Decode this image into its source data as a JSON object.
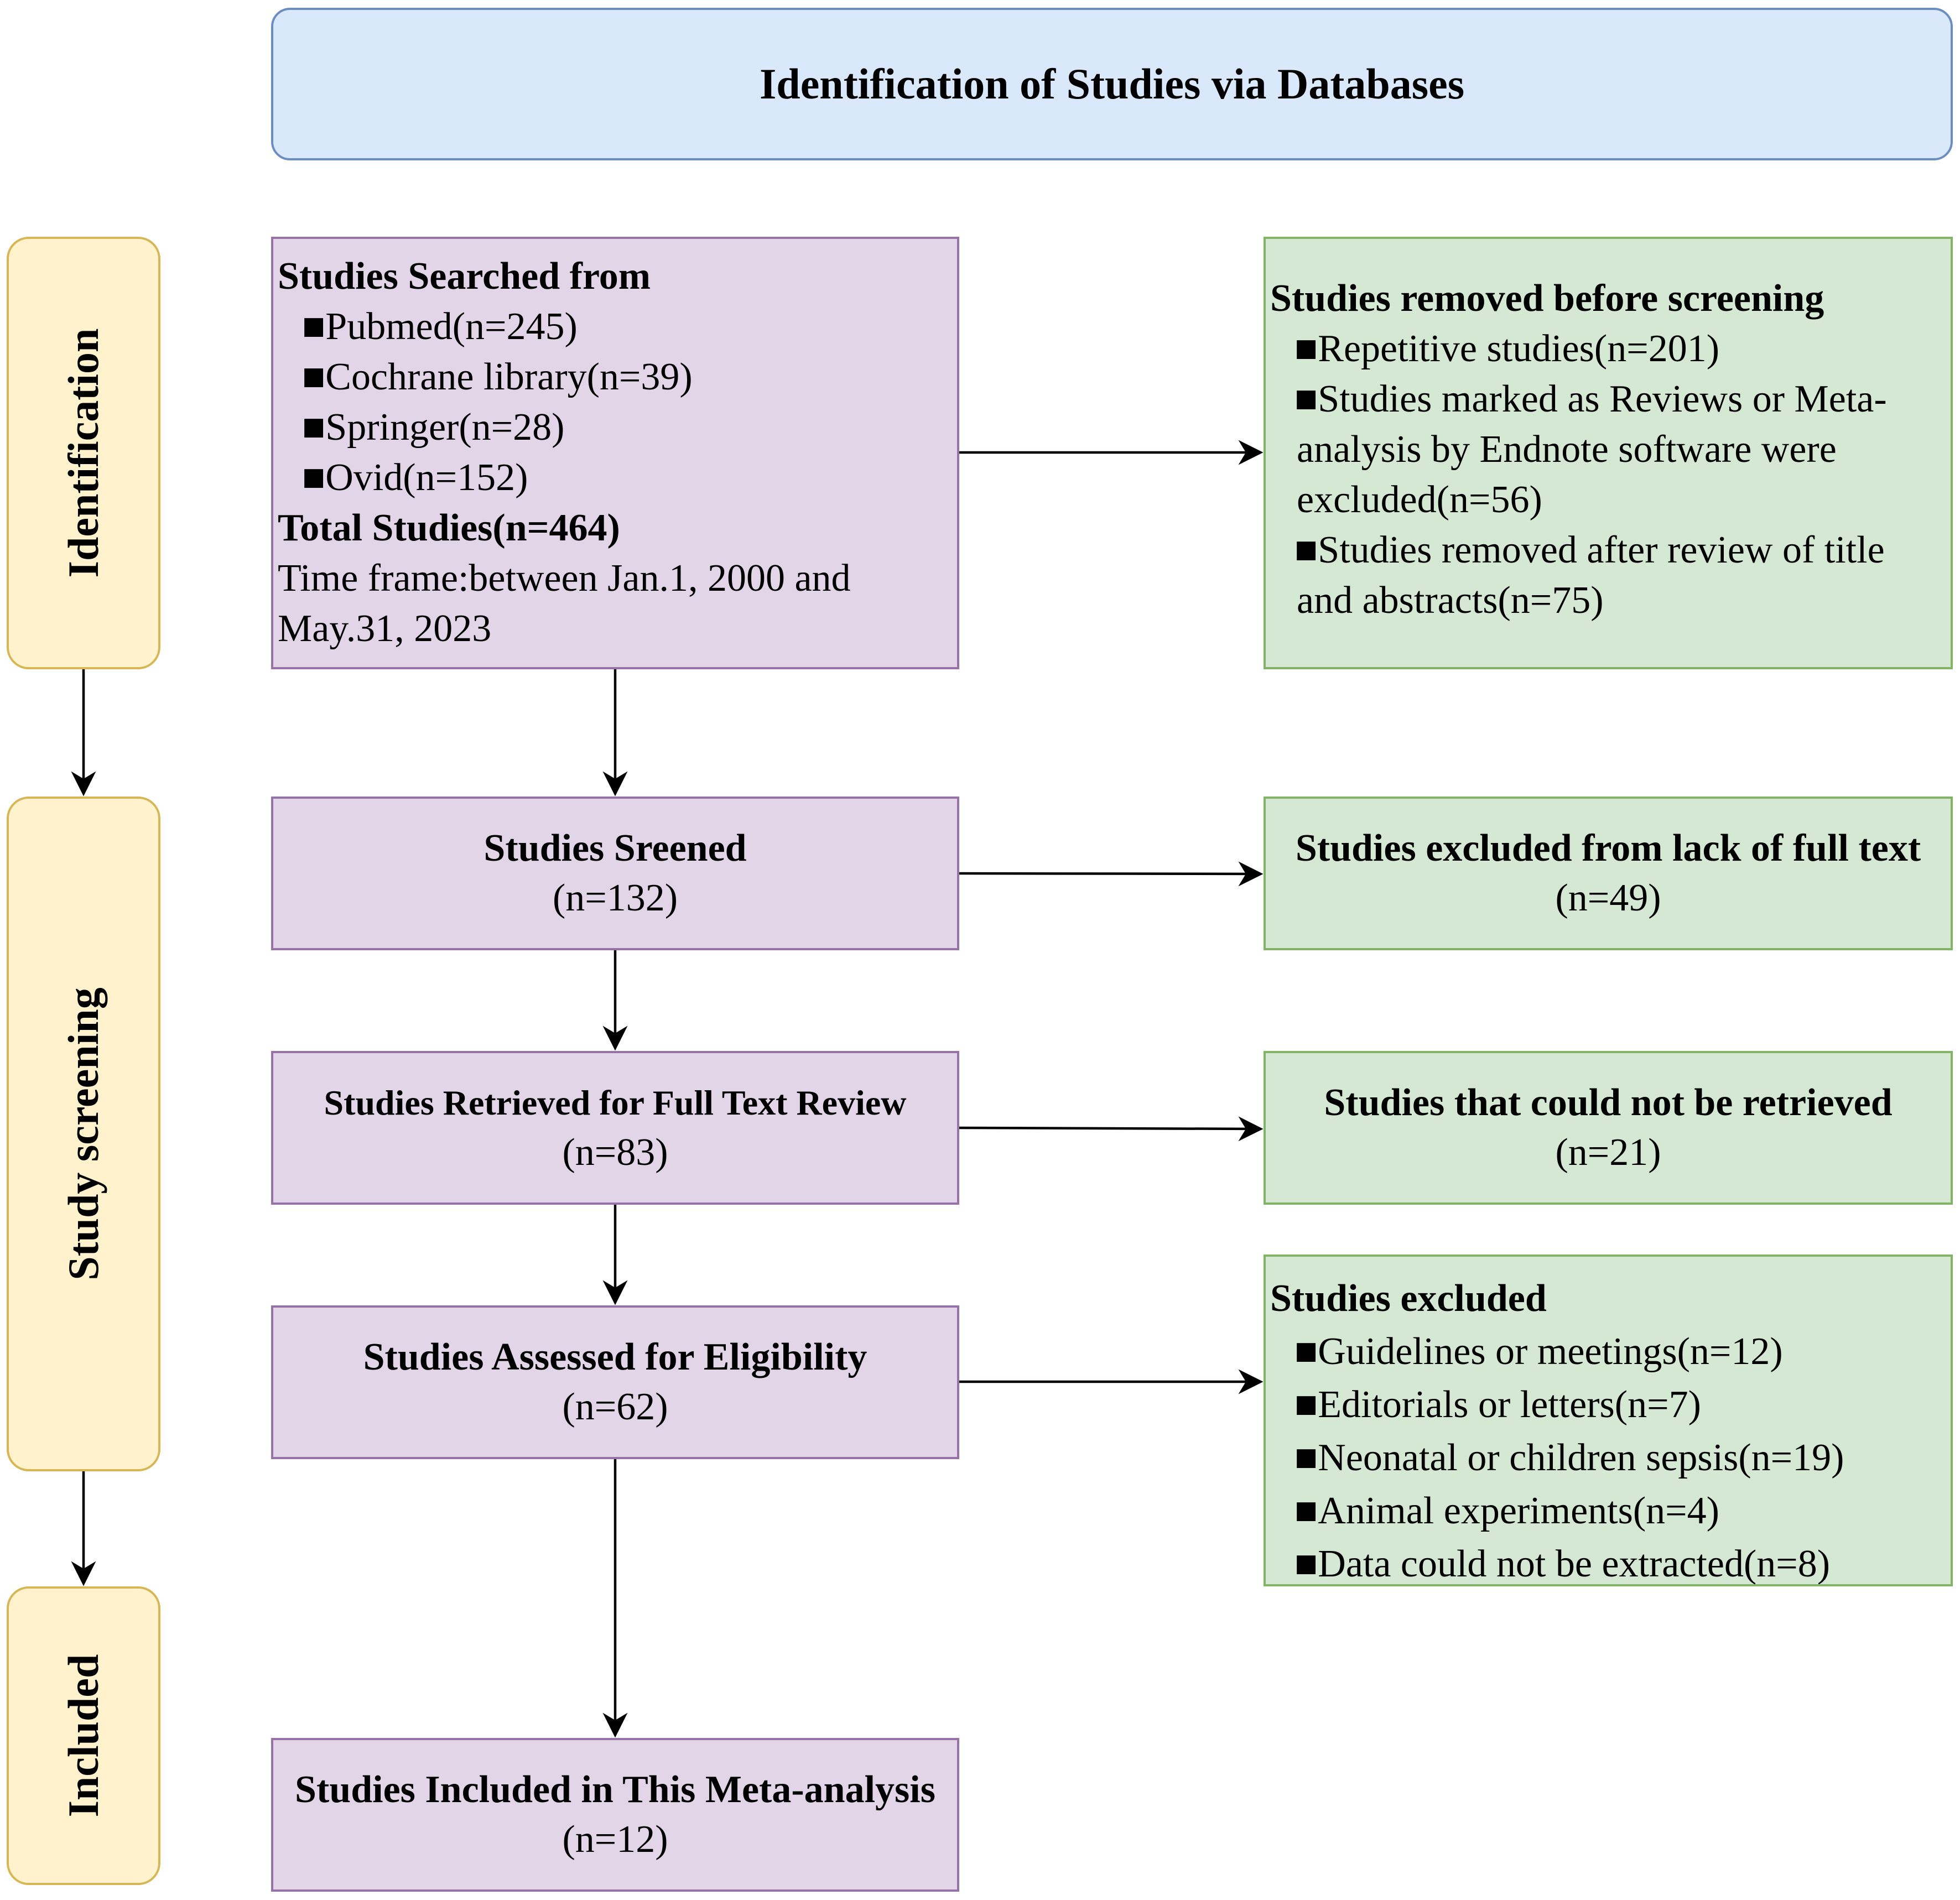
{
  "header": {
    "title": "Identification of Studies via Databases"
  },
  "phases": {
    "identification": "Identification",
    "screening": "Study screening",
    "included": "Included"
  },
  "search_box": {
    "title": "Studies Searched from",
    "items": [
      "■Pubmed(n=245)",
      "■Cochrane library(n=39)",
      "■Springer(n=28)",
      "■Ovid(n=152)"
    ],
    "total": "Total Studies(n=464)",
    "time_frame": "Time frame:between Jan.1, 2000 and May.31, 2023"
  },
  "removed_box": {
    "title": "Studies removed before screening",
    "items": [
      "■Repetitive studies(n=201)",
      "■Studies marked as Reviews or Meta-analysis by Endnote software were excluded(n=56)",
      "■Studies removed after review of title and abstracts(n=75)"
    ]
  },
  "screened_box": {
    "title": "Studies Sreened",
    "count": "(n=132)"
  },
  "lack_fulltext_box": {
    "title": "Studies excluded from lack of full text",
    "count": "(n=49)"
  },
  "retrieved_box": {
    "title": "Studies Retrieved for Full Text Review",
    "count": "(n=83)"
  },
  "not_retrieved_box": {
    "title": "Studies that could not be retrieved",
    "count": "(n=21)"
  },
  "eligibility_box": {
    "title": "Studies Assessed for Eligibility",
    "count": "(n=62)"
  },
  "excluded_box": {
    "title": "Studies excluded",
    "items": [
      "■Guidelines or meetings(n=12)",
      "■Editorials or letters(n=7)",
      "■Neonatal or children sepsis(n=19)",
      "■Animal experiments(n=4)",
      "■Data could not be extracted(n=8)"
    ]
  },
  "included_box": {
    "title": "Studies Included in This Meta-analysis",
    "count": "(n=12)"
  }
}
